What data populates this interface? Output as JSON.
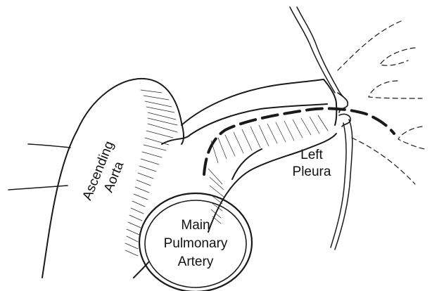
{
  "labels": {
    "ascending_aorta_line1": "Ascending",
    "ascending_aorta_line2": "Aorta",
    "left_pleura_line1": "Left",
    "left_pleura_line2": "Pleura",
    "pulmonary_line1": "Main",
    "pulmonary_line2": "Pulmonary",
    "pulmonary_line3": "Artery"
  },
  "colors": {
    "ink": "#1a1a1a",
    "background": "#ffffff"
  }
}
